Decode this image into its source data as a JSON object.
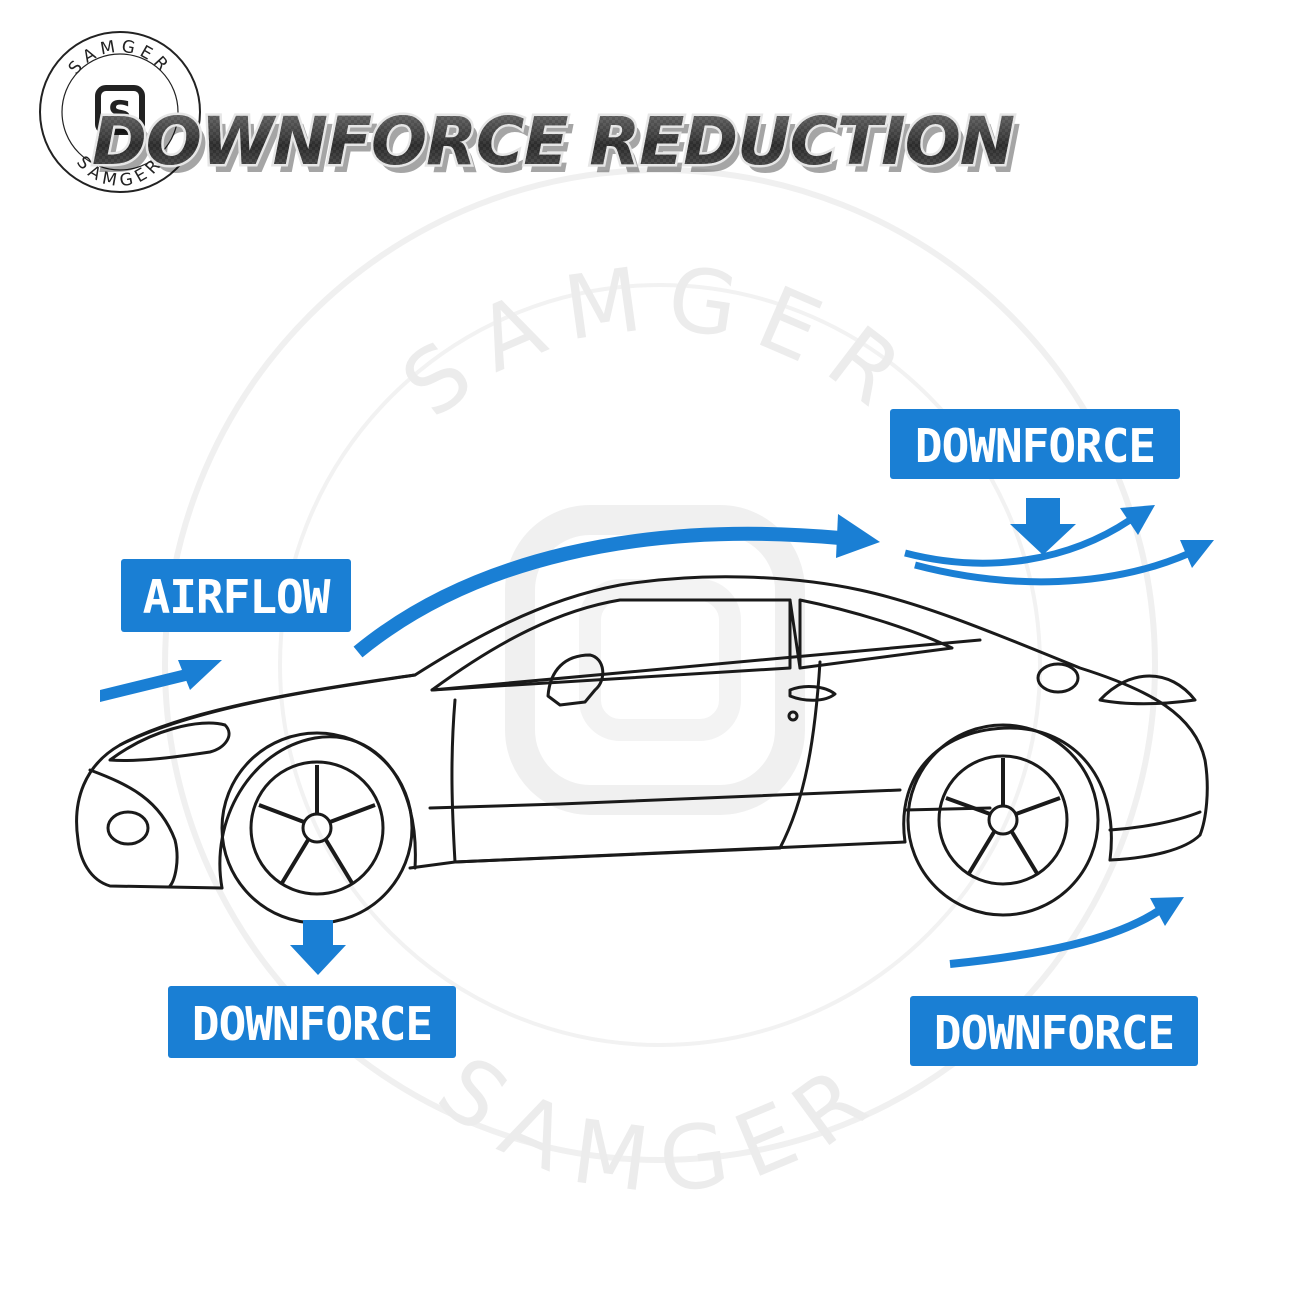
{
  "brand": {
    "name": "SAMGER",
    "logo_letter": "S",
    "watermark_text": "SAMGER"
  },
  "title": "DOWNFORCE REDUCTION",
  "labels": {
    "airflow": "AIRFLOW",
    "downforce_top": "DOWNFORCE",
    "downforce_front": "DOWNFORCE",
    "downforce_rear": "DOWNFORCE"
  },
  "colors": {
    "accent": "#1a7fd4",
    "outline": "#1a1a1a",
    "title_fill": "#4a4a4a"
  },
  "icons": {
    "airflow_arrows": "curved-arrow-icon",
    "downforce_arrows": "down-arrow-icon"
  }
}
